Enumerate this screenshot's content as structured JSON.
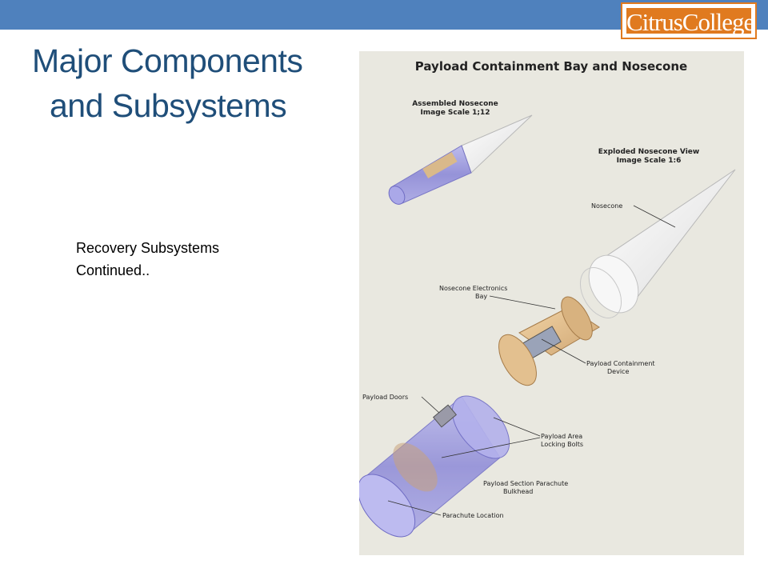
{
  "header": {
    "bar_color": "#4f81bd"
  },
  "logo": {
    "text": "CitrusCollege",
    "color": "#e07a1f"
  },
  "slide": {
    "title_line1": "Major Components",
    "title_line2": "and Subsystems",
    "body_line1": "Recovery Subsystems",
    "body_line2": "Continued.."
  },
  "figure": {
    "title": "Payload Containment Bay and Nosecone",
    "assembled": {
      "line1": "Assembled Nosecone",
      "line2": "Image Scale 1;12"
    },
    "exploded": {
      "line1": "Exploded Nosecone View",
      "line2": "Image Scale 1:6"
    },
    "labels": {
      "nosecone": "Nosecone",
      "electronics_bay_1": "Nosecone Electronics",
      "electronics_bay_2": "Bay",
      "containment_1": "Payload Containment",
      "containment_2": "Device",
      "doors": "Payload Doors",
      "locking_1": "Payload Area",
      "locking_2": "Locking Bolts",
      "bulkhead_1": "Payload Section Parachute",
      "bulkhead_2": "Bulkhead",
      "parachute": "Parachute Location"
    }
  }
}
